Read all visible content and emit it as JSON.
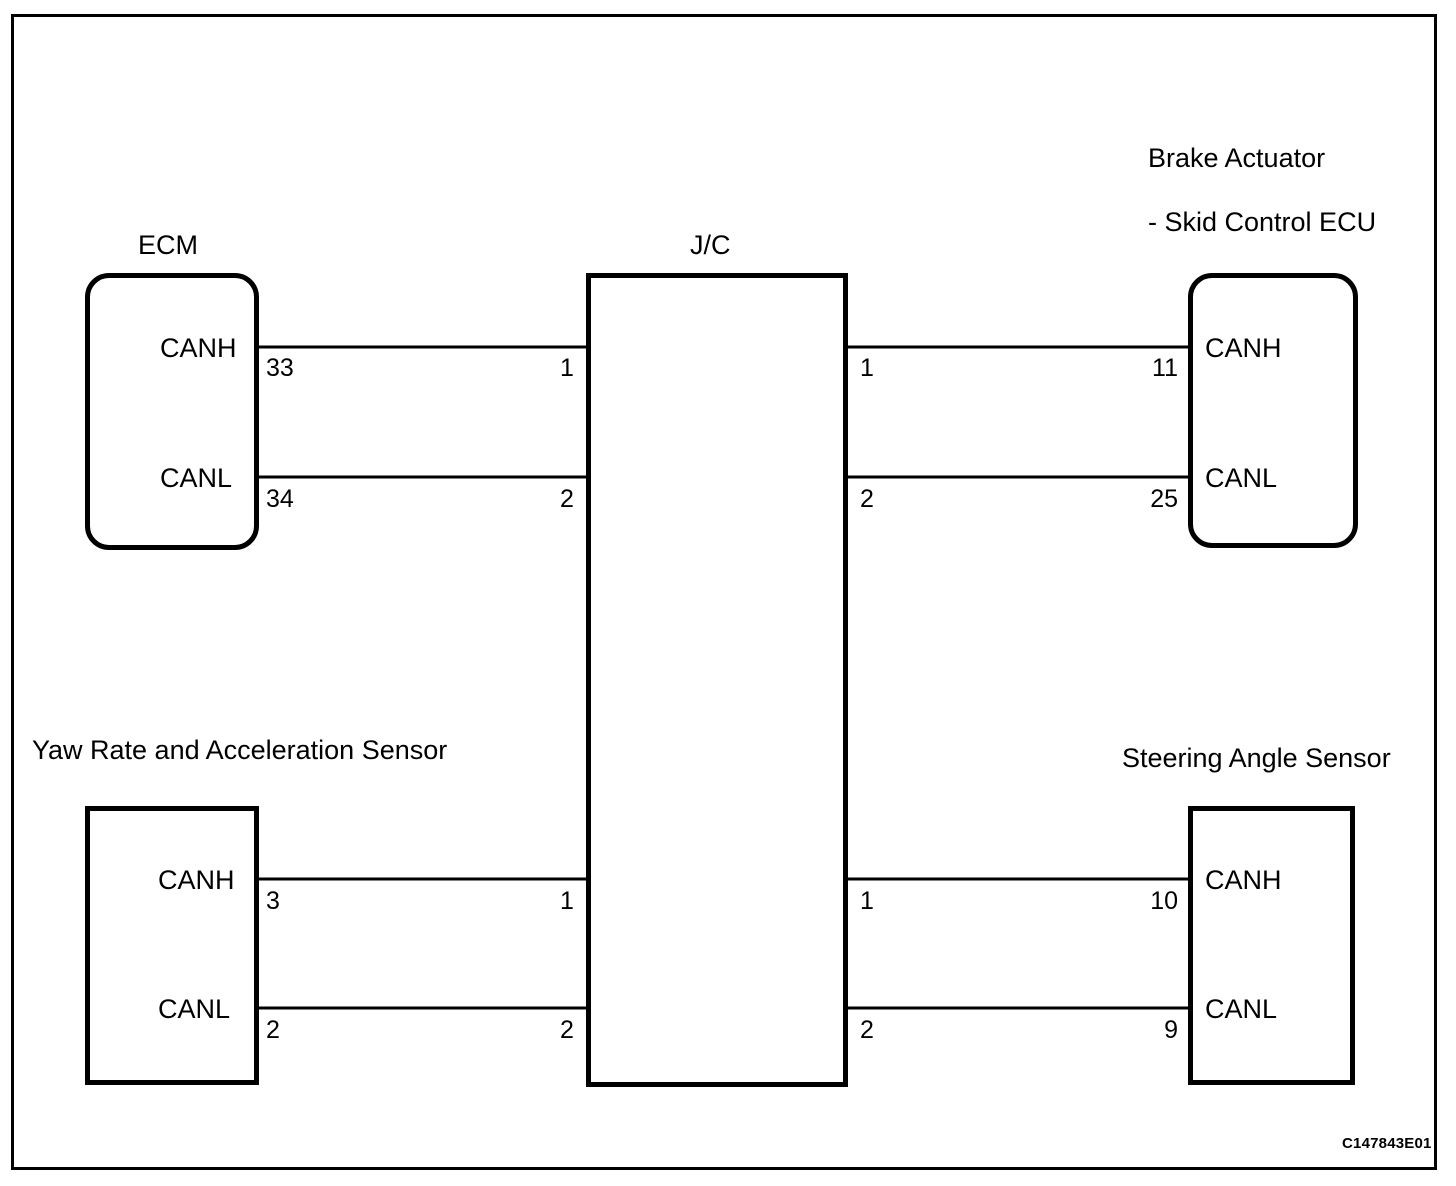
{
  "diagram": {
    "figure_code": "C147843E01",
    "line_color": "#000000",
    "background_color": "#ffffff",
    "signals": [
      "CANH",
      "CANL"
    ]
  },
  "components": {
    "ecm": {
      "title": "ECM",
      "pins": [
        {
          "signal": "CANH",
          "number": "33"
        },
        {
          "signal": "CANL",
          "number": "34"
        }
      ]
    },
    "brake_actuator": {
      "title_line1": "Brake Actuator",
      "title_line2": "- Skid Control ECU",
      "pins": [
        {
          "signal": "CANH",
          "number": "11"
        },
        {
          "signal": "CANL",
          "number": "25"
        }
      ]
    },
    "jc": {
      "title": "J/C",
      "pins_left_top": "1",
      "pins_left_bottom": "2",
      "pins_right_top": "1",
      "pins_right_bottom": "2",
      "pins_left_top_lower": "1",
      "pins_left_bottom_lower": "2",
      "pins_right_top_lower": "1",
      "pins_right_bottom_lower": "2"
    },
    "yaw_sensor": {
      "title": "Yaw Rate and Acceleration Sensor",
      "pins": [
        {
          "signal": "CANH",
          "number": "3"
        },
        {
          "signal": "CANL",
          "number": "2"
        }
      ]
    },
    "steering_sensor": {
      "title": "Steering Angle Sensor",
      "pins": [
        {
          "signal": "CANH",
          "number": "10"
        },
        {
          "signal": "CANL",
          "number": "9"
        }
      ]
    }
  }
}
